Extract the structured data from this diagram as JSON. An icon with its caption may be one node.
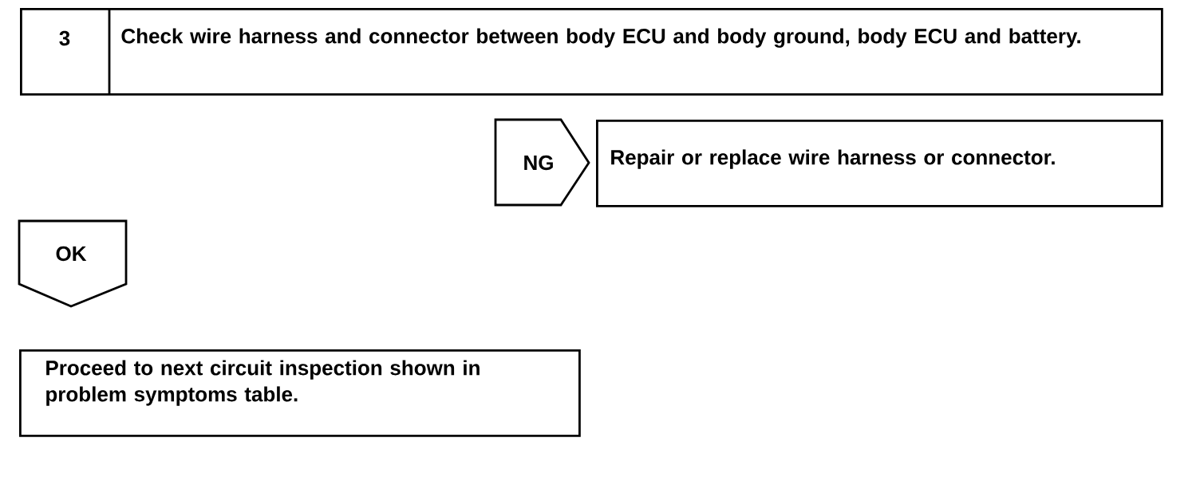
{
  "diagram": {
    "nodes": [
      {
        "text": [
          "3",
          "Check wire harness and connector between body ECU and body ground, body ECU and battery."
        ]
      },
      {
        "text": [
          "NG"
        ]
      },
      {
        "text": [
          "Repair or replace wire harness or connector."
        ]
      },
      {
        "text": [
          "OK"
        ]
      },
      {
        "text": [
          "Proceed to next circuit inspection shown in problem symptoms table."
        ]
      }
    ]
  }
}
